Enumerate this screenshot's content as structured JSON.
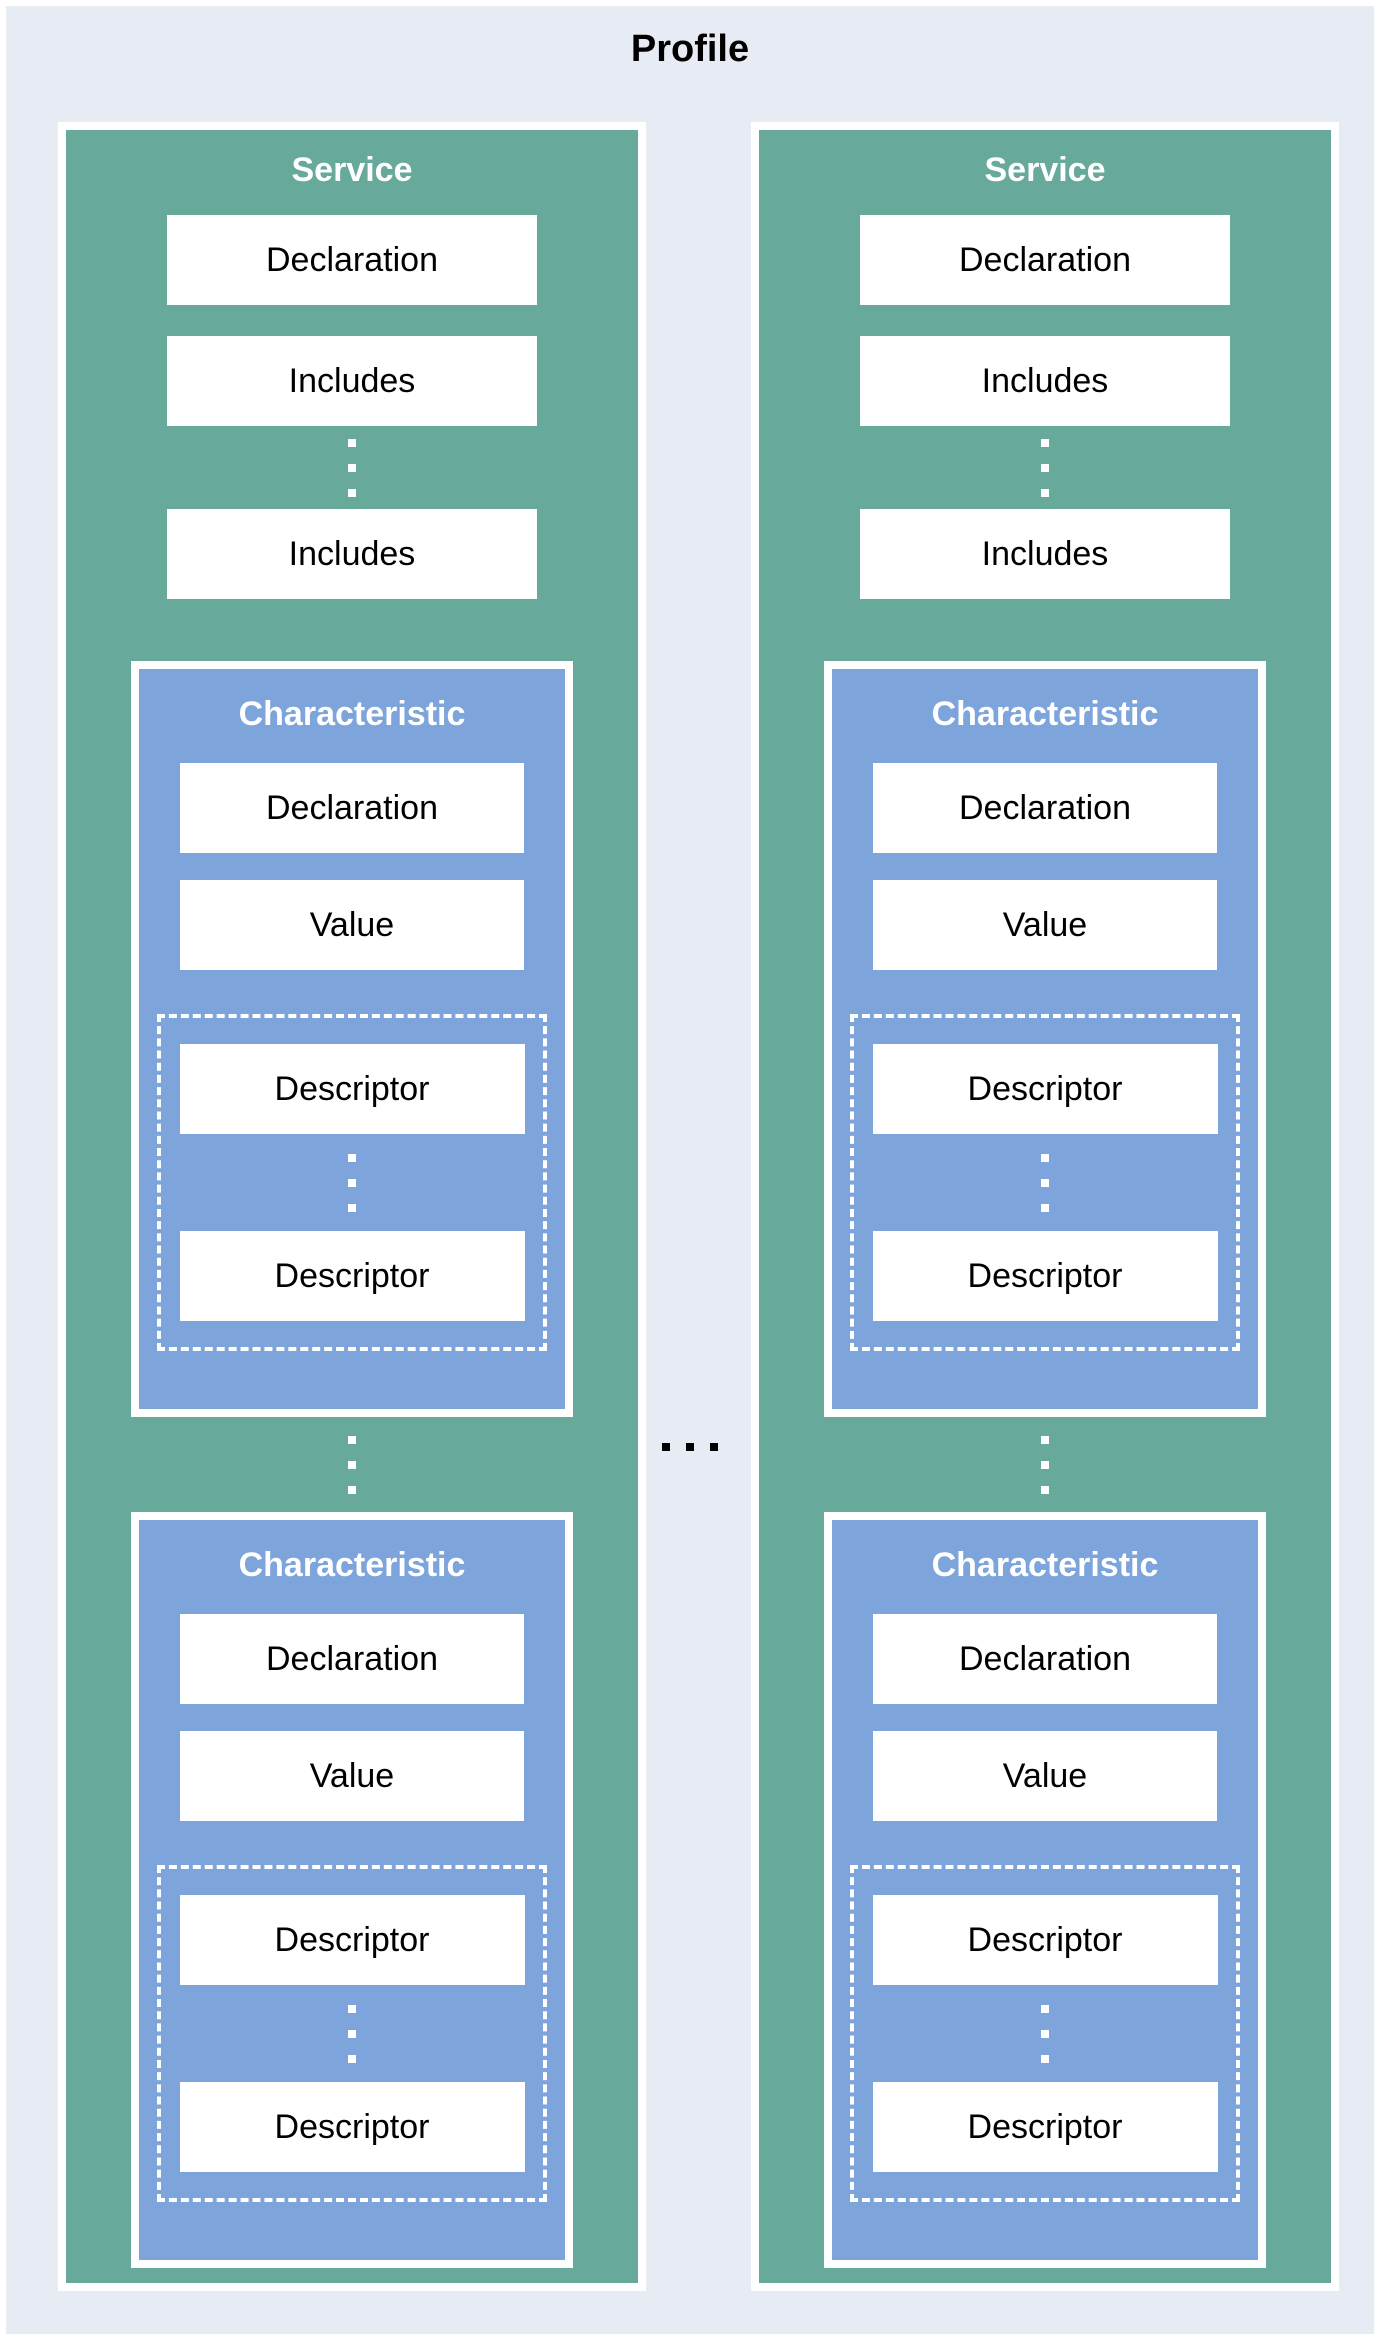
{
  "page": {
    "title": "Profile"
  },
  "colors": {
    "background": "#e7ecf4",
    "page_edge": "#ffffff",
    "service_fill": "#67aa9b",
    "characteristic_fill": "#7da5dc",
    "row_fill": "#ffffff",
    "row_text": "#000000",
    "header_text": "#ffffff",
    "title_text": "#000000"
  },
  "icons": {
    "vertical_ellipsis": "three stacked white square dots",
    "horizontal_ellipsis": "three black square dots"
  },
  "services": [
    {
      "title": "Service",
      "declaration": "Declaration",
      "includes": [
        "Includes",
        "Includes"
      ],
      "characteristics": [
        {
          "title": "Characteristic",
          "declaration": "Declaration",
          "value": "Value",
          "descriptors": [
            "Descriptor",
            "Descriptor"
          ]
        },
        {
          "title": "Characteristic",
          "declaration": "Declaration",
          "value": "Value",
          "descriptors": [
            "Descriptor",
            "Descriptor"
          ]
        }
      ]
    },
    {
      "title": "Service",
      "declaration": "Declaration",
      "includes": [
        "Includes",
        "Includes"
      ],
      "characteristics": [
        {
          "title": "Characteristic",
          "declaration": "Declaration",
          "value": "Value",
          "descriptors": [
            "Descriptor",
            "Descriptor"
          ]
        },
        {
          "title": "Characteristic",
          "declaration": "Declaration",
          "value": "Value",
          "descriptors": [
            "Descriptor",
            "Descriptor"
          ]
        }
      ]
    }
  ]
}
